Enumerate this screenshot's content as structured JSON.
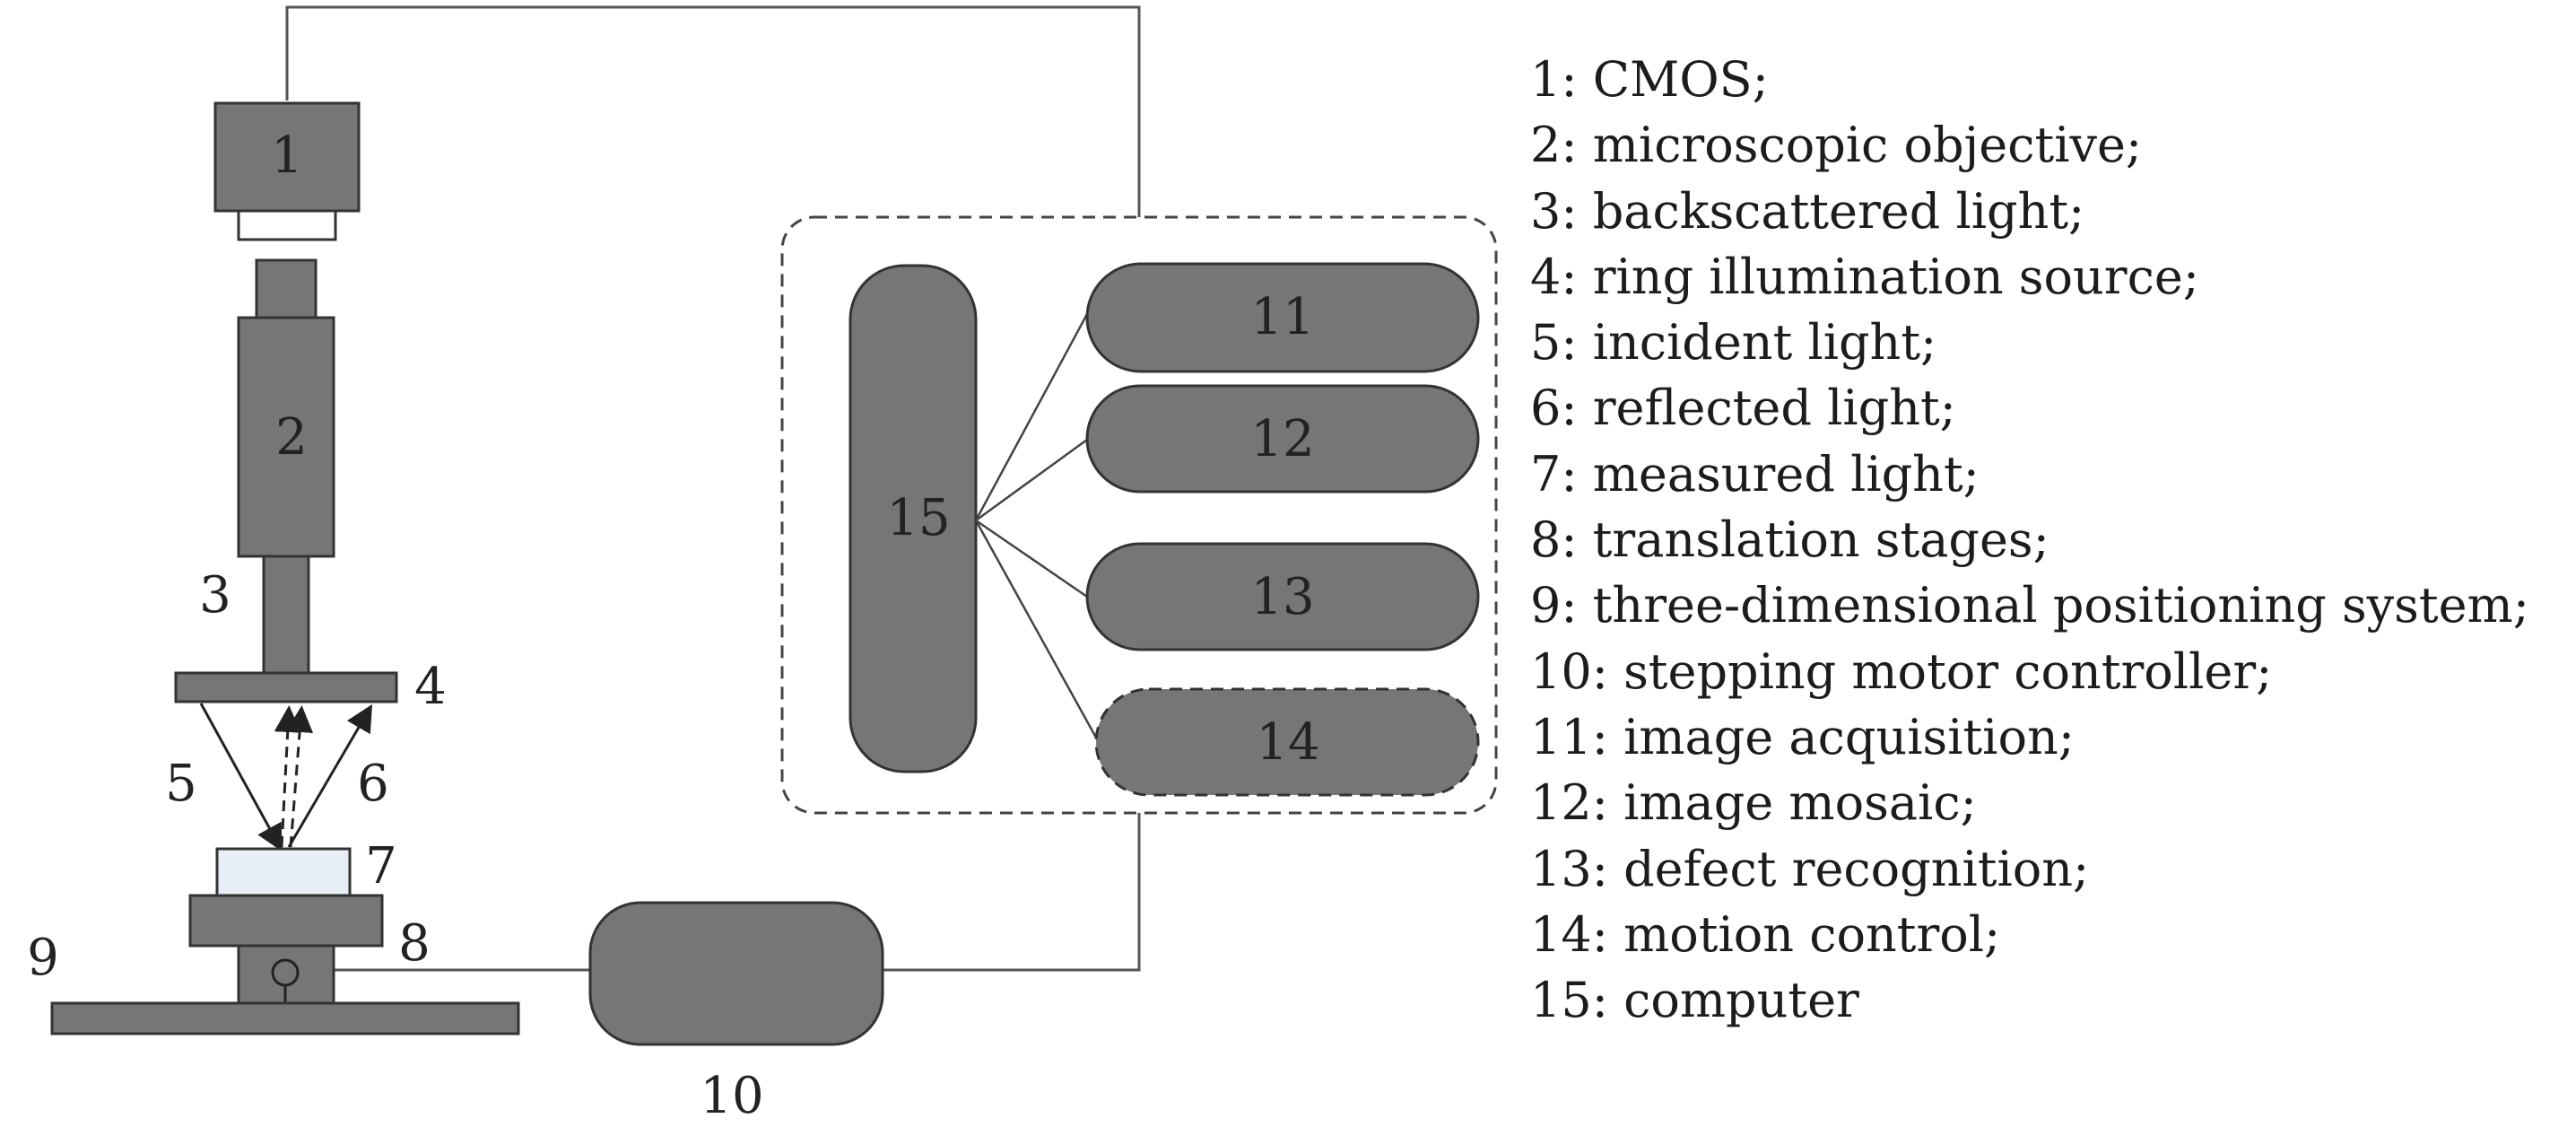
{
  "labels": {
    "n1": "1",
    "n2": "2",
    "n3": "3",
    "n4": "4",
    "n5": "5",
    "n6": "6",
    "n7": "7",
    "n8": "8",
    "n9": "9",
    "n10": "10",
    "n11": "11",
    "n12": "12",
    "n13": "13",
    "n14": "14",
    "n15": "15"
  },
  "legend": [
    "1: CMOS;",
    "2: microscopic objective;",
    "3: backscattered light;",
    "4: ring illumination source;",
    "5: incident light;",
    "6: reflected light;",
    "7: measured light;",
    "8: translation stages;",
    "9: three-dimensional positioning system;",
    "10: stepping motor controller;",
    "11: image acquisition;",
    "12: image mosaic;",
    "13: defect recognition;",
    "14: motion control;",
    "15: computer"
  ],
  "colors": {
    "component_fill": "#767676",
    "stroke": "#444444",
    "sample_fill": "#e8eef5"
  }
}
